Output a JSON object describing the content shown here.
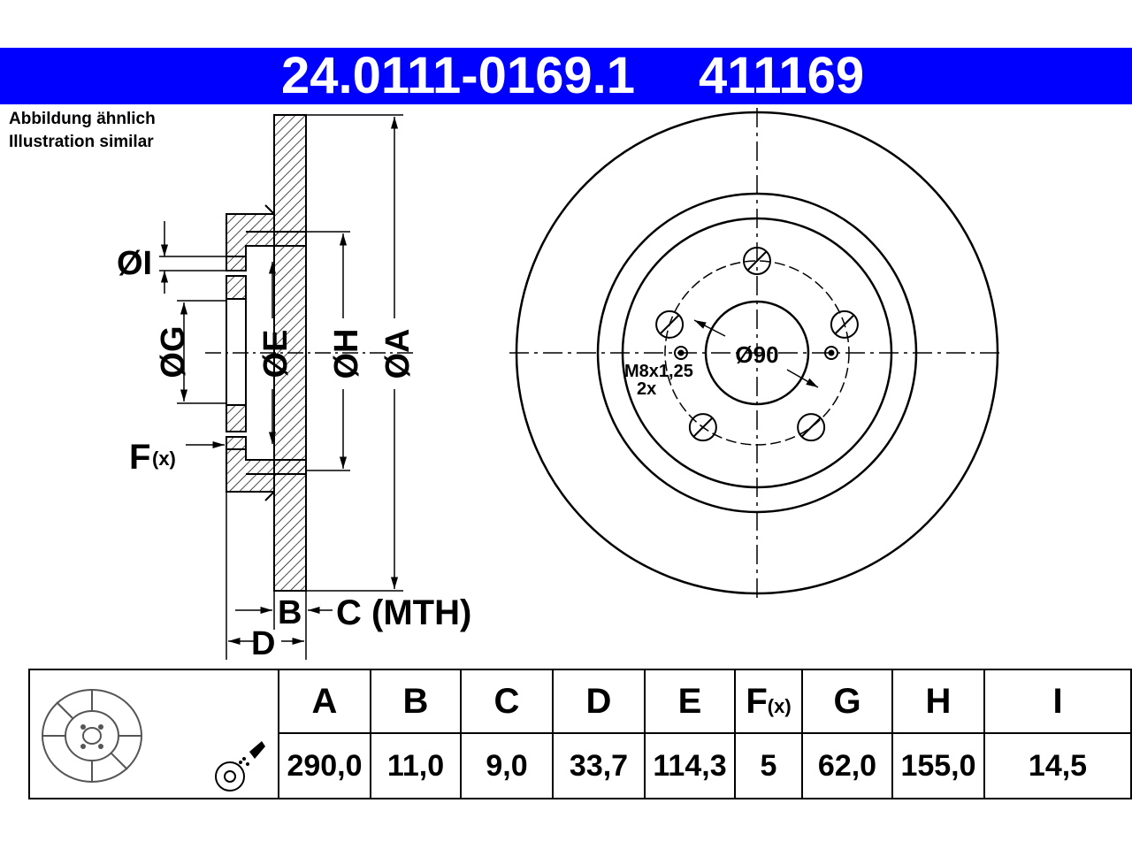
{
  "header": {
    "part_number": "24.0111-0169.1",
    "ref_number": "411169",
    "bar_color": "#0000ff"
  },
  "note": {
    "line1": "Abbildung ähnlich",
    "line2": "Illustration similar"
  },
  "section_labels": {
    "dia_i": "ØI",
    "dia_g": "ØG",
    "dia_e": "ØE",
    "dia_h": "ØH",
    "dia_a": "ØA",
    "f_main": "F",
    "f_sub": "(x)",
    "b": "B",
    "c_mth": "C (MTH)",
    "d": "D"
  },
  "front_labels": {
    "center_dia": "Ø90",
    "thread": "M8x1,25",
    "thread_count": "2x"
  },
  "table": {
    "headers": [
      {
        "main": "A",
        "sub": ""
      },
      {
        "main": "B",
        "sub": ""
      },
      {
        "main": "C",
        "sub": ""
      },
      {
        "main": "D",
        "sub": ""
      },
      {
        "main": "E",
        "sub": ""
      },
      {
        "main": "F",
        "sub": "(x)"
      },
      {
        "main": "G",
        "sub": ""
      },
      {
        "main": "H",
        "sub": ""
      },
      {
        "main": "I",
        "sub": ""
      }
    ],
    "values": [
      "290,0",
      "11,0",
      "9,0",
      "33,7",
      "114,3",
      "5",
      "62,0",
      "155,0",
      "14,5"
    ]
  }
}
